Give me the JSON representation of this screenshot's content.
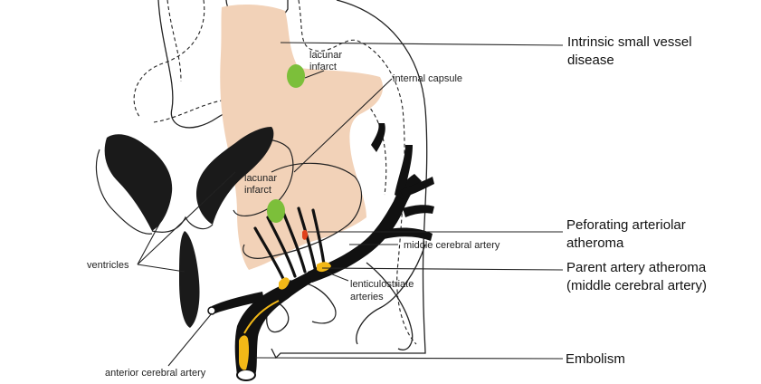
{
  "labels": {
    "lacunar_infarct_top": [
      "lacunar",
      "infarct"
    ],
    "lacunar_infarct_mid": [
      "lacunar",
      "infarct"
    ],
    "internal_capsule": "internal capsule",
    "middle_cerebral_artery": "middle cerebral artery",
    "lenticulostriate_arteries": [
      "lenticulostriate",
      "arteries"
    ],
    "ventricles": "ventricles",
    "anterior_cerebral_artery": "anterior cerebral artery"
  },
  "mechanisms": {
    "intrinsic_small_vessel": [
      "Intrinsic small vessel",
      "disease"
    ],
    "perforating_atheroma": [
      "Peforating arteriolar",
      "atheroma"
    ],
    "parent_artery_atheroma": [
      "Parent artery atheroma",
      "(middle cerebral artery)"
    ],
    "embolism": "Embolism"
  },
  "colors": {
    "internal_capsule_fill": "#f2d2b8",
    "infarct_fill": "#7cbf3a",
    "ventricle_fill": "#1a1a1a",
    "artery_fill": "#111111",
    "atheroma_fill": "#f2b817",
    "perforator_atheroma_fill": "#e0401a",
    "outline": "#222222"
  }
}
